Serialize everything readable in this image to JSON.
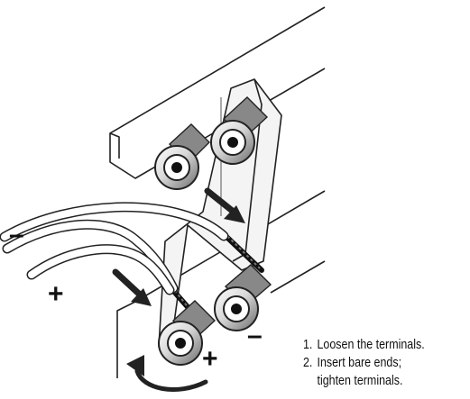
{
  "diagram": {
    "wire_labels": {
      "minus": "–",
      "plus": "+"
    },
    "terminal_labels": {
      "minus": "–",
      "plus": "+"
    },
    "steps": [
      {
        "number": "1.",
        "text": "Loosen the terminals."
      },
      {
        "number": "2.",
        "text": "Insert bare ends;",
        "continuation": "tighten terminals."
      }
    ]
  }
}
